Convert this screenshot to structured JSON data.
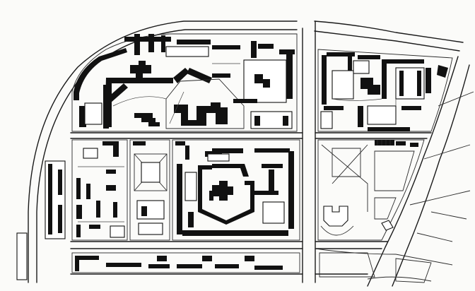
{
  "map": {
    "kind": "urban site plan (ink drawing)",
    "colors": {
      "ink": "#111111",
      "paper": "#fbfbf9",
      "line": "#2a2a2a"
    },
    "districts": [
      {
        "id": "district-north-west",
        "label": ""
      },
      {
        "id": "district-north-east",
        "label": ""
      },
      {
        "id": "district-west-school",
        "label": ""
      },
      {
        "id": "district-central-square",
        "label": ""
      },
      {
        "id": "district-central-residential",
        "label": ""
      },
      {
        "id": "district-east-park",
        "label": ""
      },
      {
        "id": "district-southern-strip",
        "label": ""
      }
    ]
  }
}
